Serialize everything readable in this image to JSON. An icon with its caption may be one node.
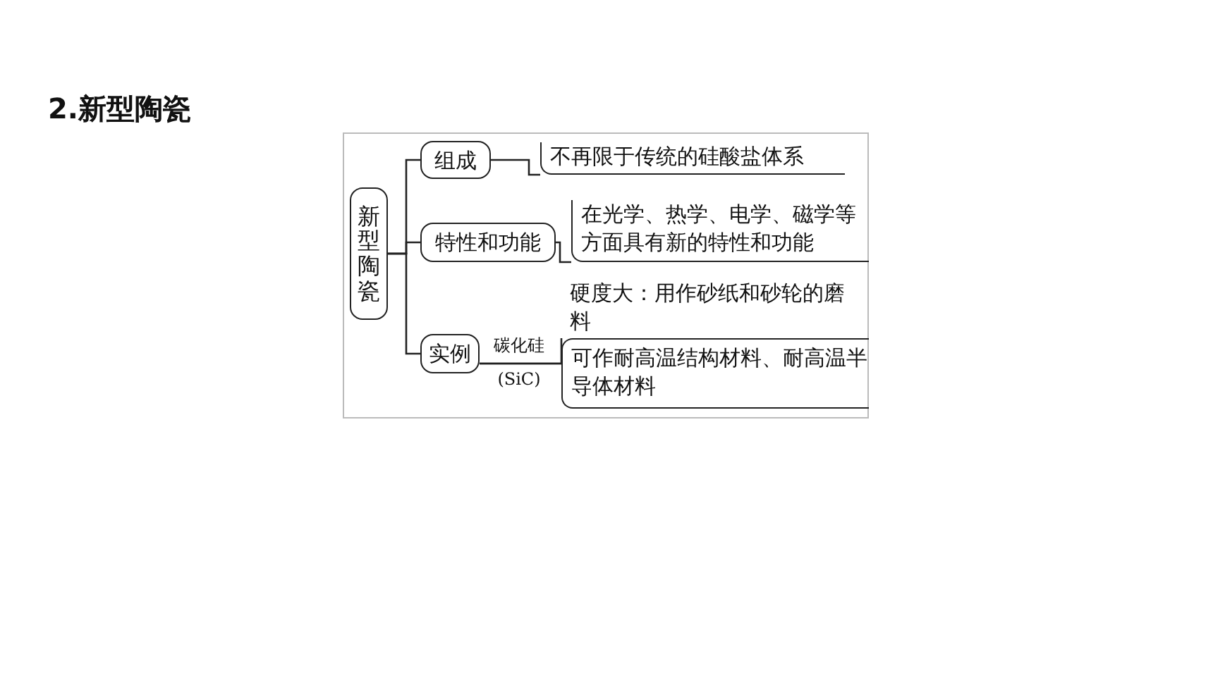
{
  "diagram": {
    "title": "2.新型陶瓷",
    "nodes": [
      {
        "text": [
          "新型陶瓷"
        ]
      },
      {
        "text": [
          "组成"
        ]
      },
      {
        "text": [
          "特性和功能"
        ]
      },
      {
        "text": [
          "实例"
        ]
      },
      {
        "text": [
          "不再限于传统的硅酸盐体系"
        ]
      },
      {
        "text": [
          "在光学、热学、电学、磁学等方面具有新的特性和功能"
        ]
      },
      {
        "text": [
          "硬度大：用作砂纸和砂轮的磨料"
        ]
      },
      {
        "text": [
          "可作耐高温结构材料、耐高温半导体材料"
        ]
      }
    ],
    "edges": [
      {
        "from": 0,
        "to": 1,
        "arrow": "none"
      },
      {
        "from": 0,
        "to": 2,
        "arrow": "none"
      },
      {
        "from": 0,
        "to": 3,
        "arrow": "none"
      },
      {
        "from": 1,
        "to": 4,
        "arrow": "none"
      },
      {
        "from": 2,
        "to": 5,
        "arrow": "none"
      },
      {
        "from": 3,
        "to": 6,
        "arrow": "none"
      },
      {
        "from": 3,
        "to": 7,
        "arrow": "none",
        "label": "碳化硅 (SiC)"
      }
    ]
  }
}
